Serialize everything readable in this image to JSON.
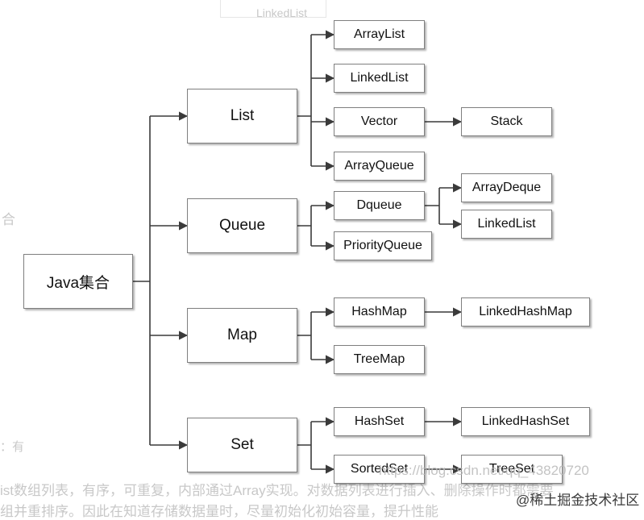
{
  "diagram": {
    "root": "Java集合",
    "categories": [
      {
        "label": "List",
        "children": [
          "ArrayList",
          "LinkedList",
          "Vector",
          "ArrayQueue"
        ],
        "sub": {
          "Vector": [
            "Stack"
          ]
        }
      },
      {
        "label": "Queue",
        "children": [
          "Dqueue",
          "PriorityQueue"
        ],
        "sub": {
          "Dqueue": [
            "ArrayDeque",
            "LinkedList"
          ]
        }
      },
      {
        "label": "Map",
        "children": [
          "HashMap",
          "TreeMap"
        ],
        "sub": {
          "HashMap": [
            "LinkedHashMap"
          ]
        }
      },
      {
        "label": "Set",
        "children": [
          "HashSet",
          "SortedSet"
        ],
        "sub": {
          "HashSet": [
            "LinkedHashSet"
          ],
          "SortedSet": [
            "TreeSet"
          ]
        }
      }
    ]
  },
  "background_fragments": {
    "top_box": "LinkedList",
    "left_char": "合",
    "left_colon_line": "：有",
    "bottom_line_1": "ist数组列表，有序，可重复，内部通过Array实现。对数据列表进行插入、删除操作时都需要",
    "bottom_line_2": "组并重排序。因此在知道存储数据量时，尽量初始化初始容量，提升性能"
  },
  "watermarks": {
    "csdn": "https://blog.csdn.net/qq_43820720",
    "juejin": "@稀土掘金技术社区"
  },
  "colors": {
    "box_border": "#7f7f7f",
    "connector": "#3a3a3a",
    "text": "#111111",
    "faded_text": "#c8c8c8"
  }
}
